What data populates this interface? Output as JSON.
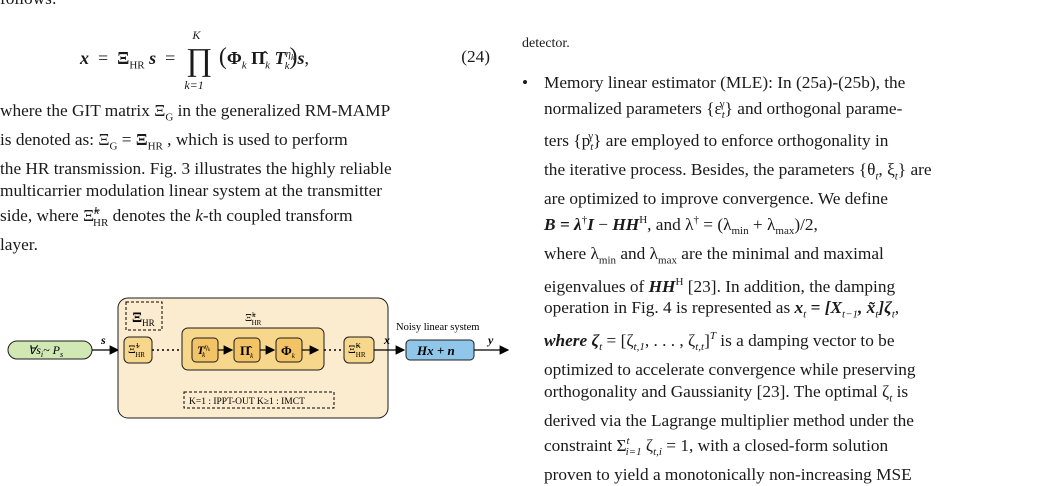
{
  "left_column": {
    "fragment_top": "follows:",
    "equation": {
      "lhs": "x",
      "op": "=",
      "matrix": "Ξ",
      "matrix_sub": "HR",
      "vec": "s",
      "prod_upper": "K",
      "prod_lower": "k=1",
      "terms": "(Φ",
      "number": "(24)"
    },
    "paragraph_lines": [
      "where the GIT matrix Ξ",
      "is denoted as: Ξ",
      "the HR transmission. Fig. 3 illustrates the highly reliable",
      "multicarrier modulation linear system at the transmitter",
      "side, where Ξ̃",
      "layer."
    ],
    "para_tail_1": " in the generalized RM-MAMP",
    "para_tail_2": " , which is used to perform",
    "para_tail_5": " denotes the ",
    "para_tail_5b": "-th coupled transform",
    "sub_G": "G",
    "sub_HR": "HR",
    "k": "k"
  },
  "figure": {
    "input_label": "∀s_i ~ P_s",
    "input_text": "∀s",
    "input_sub_i": "i",
    "input_tilde": "~ P",
    "input_sub_s": "s",
    "arrow1_label": "s",
    "dashed_label": "Ξ",
    "dashed_label_sub": "HR",
    "block_first": "Ξ̃",
    "block_first_sup": "1",
    "block_first_sub": "HR",
    "inner_label": "Ξ̃",
    "inner_label_sup": "k",
    "inner_label_sub": "HR",
    "t_block": "T",
    "t_block_sub": "k",
    "t_block_sup": "η",
    "t_block_sup_sub": "k",
    "pi_block": "Π̂",
    "pi_block_sub": "k",
    "phi_block": "Φ",
    "phi_block_sub": "k",
    "block_last": "Ξ̃",
    "block_last_sup": "K",
    "block_last_sub": "HR",
    "bottom_note": "K=1 : IPPT-OUT   K≥1 : IMCT",
    "channel_title": "Noisy linear system",
    "arrow_x_label": "x",
    "channel_box": "Hx + n",
    "output_label": "y"
  },
  "right_column": {
    "fragment_top": "detector.",
    "bullet": "•",
    "lines": [
      "Memory linear estimator (MLE): In (25a)-(25b), the",
      "normalized parameters {ε",
      "ters {p",
      "the iterative process. Besides, the parameters {θ",
      "are optimized to improve convergence. We define",
      "B = λ",
      "where λ",
      "eigenvalues of ",
      "operation in Fig. 4 is represented as ",
      "where ζ",
      "optimized to accelerate convergence while preserving",
      "orthogonality and Gaussianity [23]. The optimal ζ",
      "derived via the Lagrange multiplier method under the",
      "constraint Σ",
      "proven to yield a monotonically non-increasing MSE"
    ],
    "t_sub": "t",
    "gamma": "γ",
    "l2_tail": "} and orthogonal parame-",
    "l3_tail": "} are employed to enforce orthogonality in",
    "l4_mid": ", ξ",
    "l4_tail": "} are",
    "l6_dagger": "†",
    "l6_I": "I",
    "l6_minus": " − ",
    "l6_HH": "HH",
    "l6_H": "H",
    "l6_and": ", and λ",
    "l6_eq": " = (λ",
    "l6_min": "min",
    "l6_plus": " + λ",
    "l6_max": "max",
    "l6_end": ")/2,",
    "l7_min": "min",
    "l7_and": " and λ",
    "l7_max": "max",
    "l7_tail": " are the minimal and maximal",
    "l8_HH": "HH",
    "l8_H": "H",
    "l8_tail": " [23]. In addition, the damping",
    "l9_eq": "x",
    "l9_rhs": " = [X",
    "l9_tm1": "t−1",
    "l9_xt": ", x̃",
    "l9_end": "]ζ",
    "l9_comma": ",",
    "l10_eq": " = [ζ",
    "l10_t1": "t,1",
    "l10_dots": ", . . . , ζ",
    "l10_tt": "t,t",
    "l10_T": "T",
    "l10_tail": " is a damping vector to be",
    "l12_tail": " is",
    "l14_sup": "t",
    "l14_sub": "i=1",
    "l14_zeta": " ζ",
    "l14_ti": "t,i",
    "l14_tail": " = 1, with a closed-form solution"
  }
}
